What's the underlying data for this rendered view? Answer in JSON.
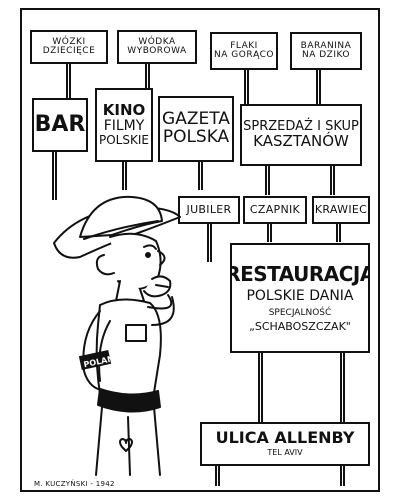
{
  "signs": {
    "wozki": [
      "WÓZKI",
      "DZIECIĘCE"
    ],
    "wodka": [
      "WÓDKA",
      "WYBOROWA"
    ],
    "flaki": [
      "FLAKI",
      "NA GORĄCO"
    ],
    "baranina": [
      "BARANINA",
      "NA DZIKO"
    ],
    "bar": "BAR",
    "kino": [
      "KINO",
      "FILMY",
      "POLSKIE"
    ],
    "gazeta": [
      "GAZETA",
      "POLSKA"
    ],
    "sprzedaz": [
      "SPRZEDAŻ I SKUP",
      "KASZTANÓW"
    ],
    "jubiler": "JUBILER",
    "czapnik": "CZAPNIK",
    "krawiec": "KRAWIEC",
    "restauracja": [
      "RESTAURACJA",
      "POLSKIE DANIA",
      "SPECJALNOŚĆ",
      "„SCHABOSZCZAK\""
    ],
    "ulica": [
      "ULICA ALLENBY",
      "TEL AVIV"
    ]
  },
  "armband": "POLAND",
  "signature": "M. KUCZYŃSKI - 1942"
}
